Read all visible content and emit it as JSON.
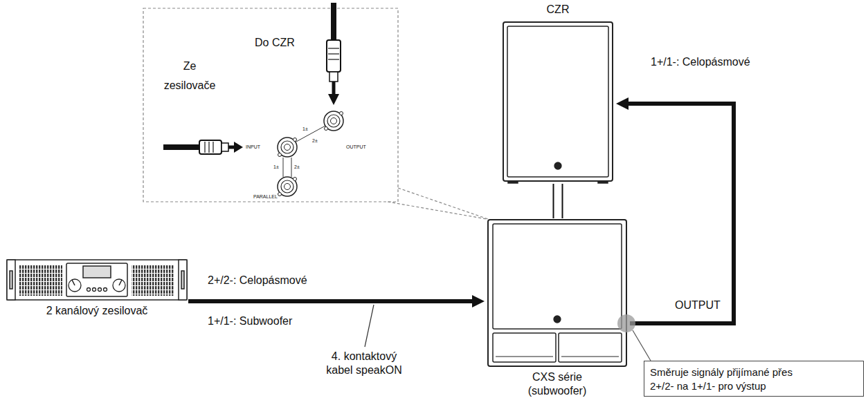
{
  "diagram": {
    "nodes": [
      {
        "text": [
          "2 kanálový zesilovač"
        ]
      },
      {
        "text": [
          "CXS série (subwoofer)"
        ]
      },
      {
        "text": [
          "CZR"
        ]
      },
      {
        "text": [
          "Směruje signály přijímané přes 2+/2- na 1+/1- pro výstup"
        ]
      }
    ],
    "edges": [
      {
        "from": 0,
        "to": 1,
        "arrow": "to",
        "label": "2+/2-: Celopásmové"
      },
      {
        "from": 1,
        "to": 2,
        "arrow": "to",
        "label": "1+/1-: Celopásmové"
      },
      {
        "from": 1,
        "to": 2,
        "arrow": "none"
      },
      {
        "from": 3,
        "to": 1,
        "arrow": "none"
      }
    ],
    "labels": [
      "Do CZR",
      "Ze zesilovače",
      "INPUT",
      "OUTPUT",
      "PARALLEL",
      "1±",
      "2±",
      "1±",
      "2±",
      "1+/1-: Subwoofer",
      "4. kontaktový kabel speakON",
      "OUTPUT"
    ]
  }
}
